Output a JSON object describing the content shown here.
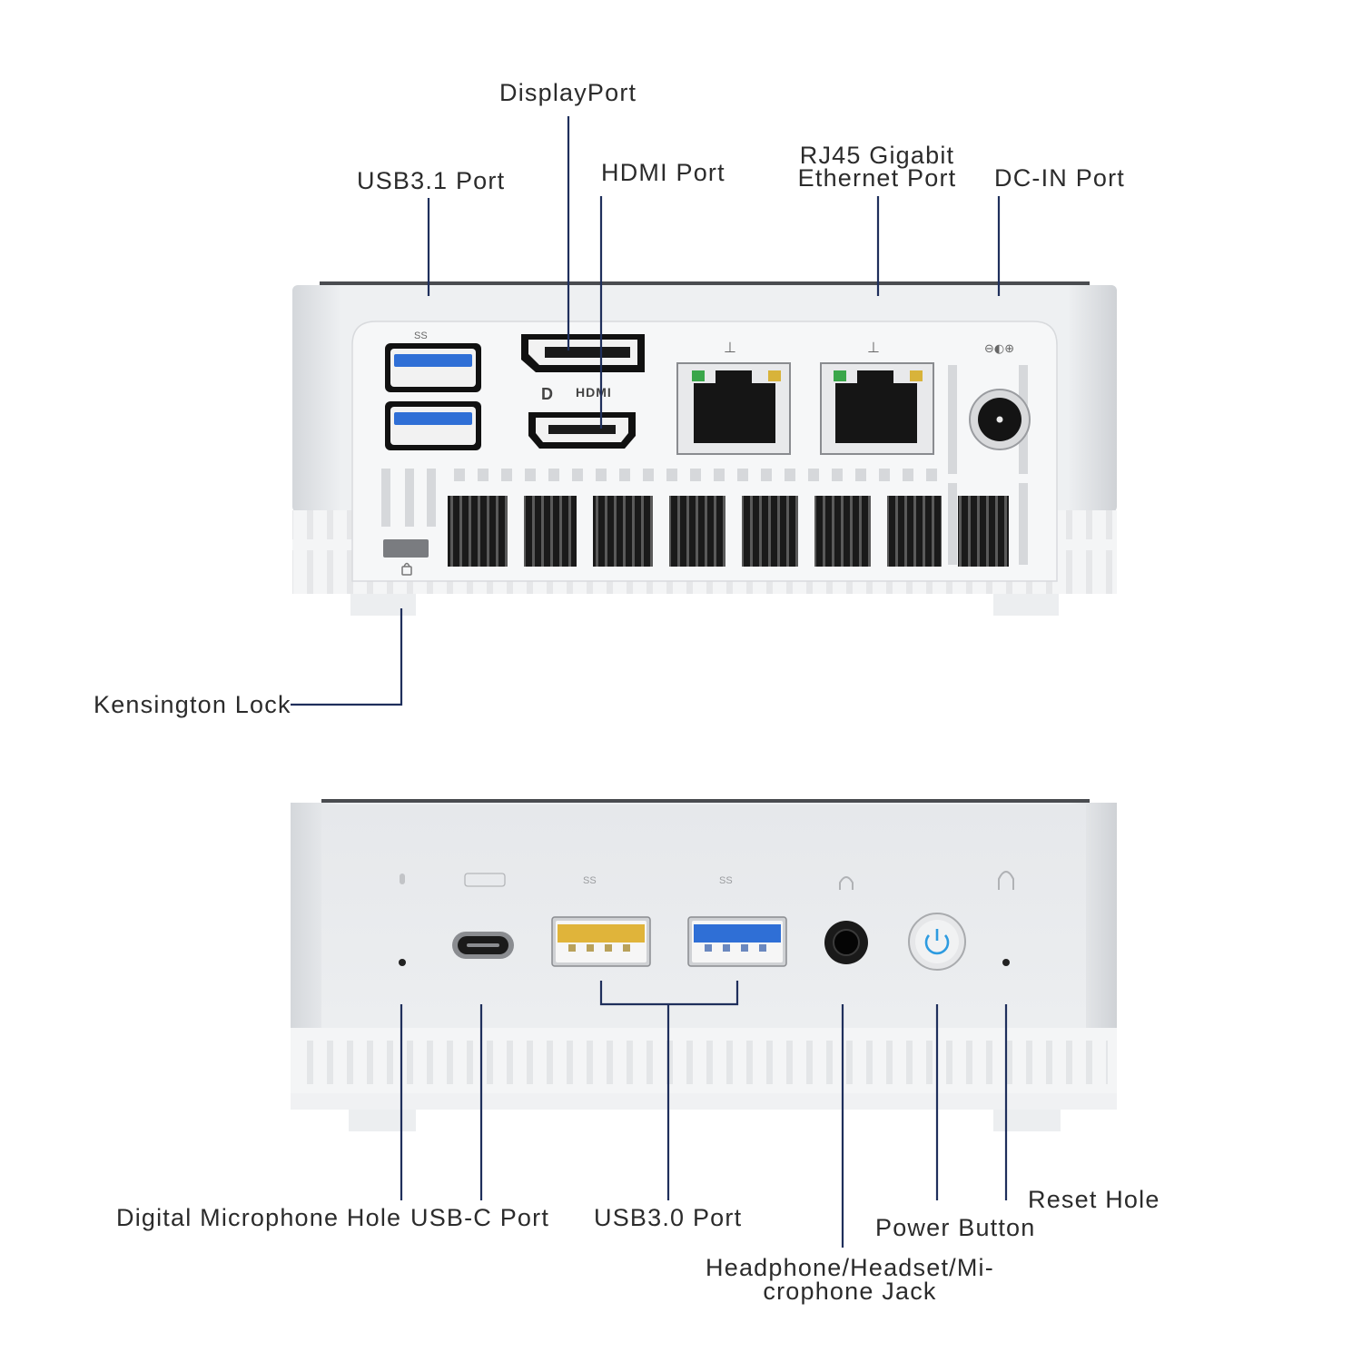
{
  "rear_view": {
    "labels": {
      "displayport": "DisplayPort",
      "usb31": "USB3.1 Port",
      "hdmi": "HDMI Port",
      "rj45_line1": "RJ45 Gigabit",
      "rj45_line2": "Ethernet Port",
      "dcin": "DC-IN Port",
      "kensington": "Kensington Lock"
    },
    "panel_marks": {
      "usb_ss": "SS",
      "hdmi_logo": "HDMI",
      "dp_logo": "D"
    }
  },
  "front_view": {
    "labels": {
      "mic": "Digital Microphone Hole",
      "usbc": "USB-C Port",
      "usb30": "USB3.0 Port",
      "headphone_line1": "Headphone/Headset/Mi-",
      "headphone_line2": "crophone Jack",
      "power": "Power Button",
      "reset": "Reset Hole"
    },
    "panel_marks": {
      "usb_ss": "SS"
    }
  },
  "colors": {
    "usb_blue": "#2f6fd6",
    "usb_yellow": "#e0b43a",
    "power_blue": "#2d9be0",
    "led_green": "#3aa64a",
    "led_amber": "#d8b33a",
    "leader_line": "#1f2f5c"
  }
}
